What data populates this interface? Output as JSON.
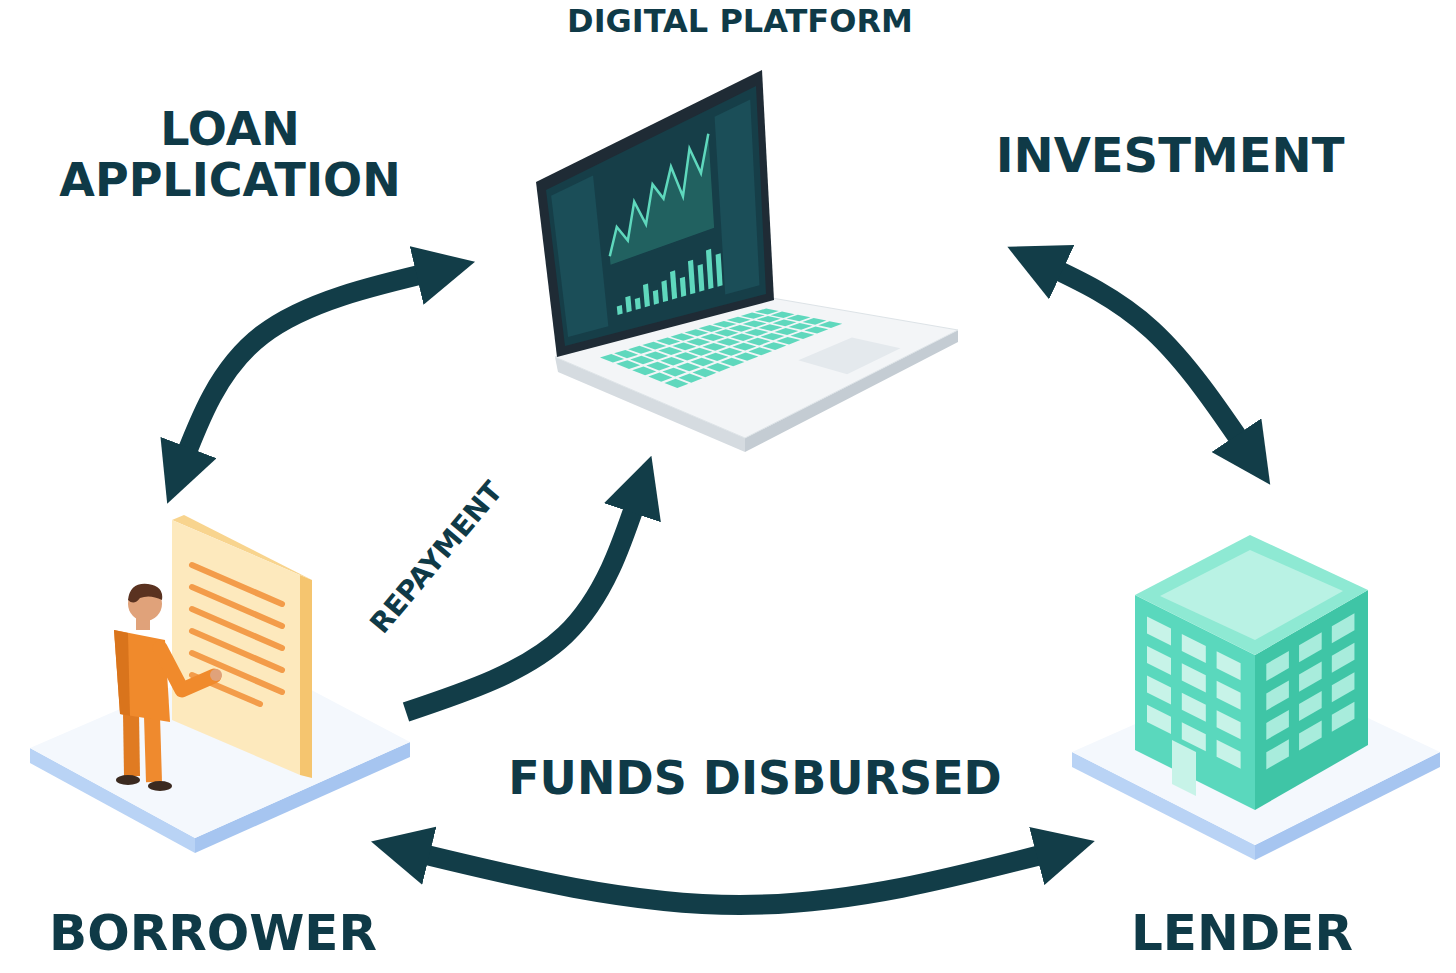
{
  "diagram": {
    "nodes": [
      {
        "text": [
          "DIGITAL PLATFORM"
        ]
      },
      {
        "text": [
          "BORROWER"
        ]
      },
      {
        "text": [
          "LENDER"
        ]
      }
    ],
    "edges": [
      {
        "from": 1,
        "to": 0,
        "label": "LOAN APPLICATION",
        "arrow": "both"
      },
      {
        "from": 0,
        "to": 2,
        "label": "INVESTMENT",
        "arrow": "both"
      },
      {
        "from": 1,
        "to": 0,
        "label": "REPAYMENT",
        "arrow": "to"
      },
      {
        "from": 1,
        "to": 2,
        "label": "FUNDS DISBURSED",
        "arrow": "both"
      }
    ]
  }
}
